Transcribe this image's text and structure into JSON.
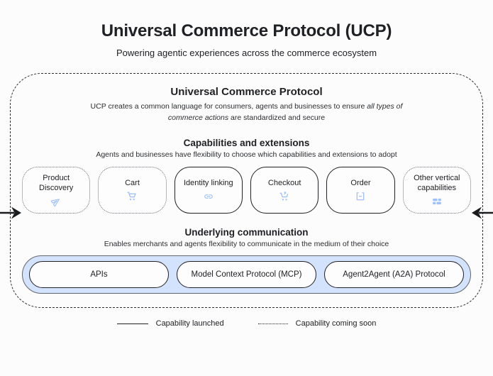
{
  "page": {
    "title": "Universal Commerce Protocol (UCP)",
    "subtitle": "Powering agentic experiences across the commerce ecosystem"
  },
  "protocol": {
    "heading": "Universal Commerce Protocol",
    "description_part1": "UCP creates a common language for consumers, agents and businesses to ensure ",
    "description_italic": "all types of commerce actions",
    "description_part2": " are standardized and secure"
  },
  "capabilities": {
    "heading": "Capabilities and extensions",
    "description": "Agents and businesses have flexibility to choose which capabilities and extensions to adopt",
    "items": [
      {
        "label": "Product Discovery",
        "icon": "send-icon",
        "status": "coming-soon"
      },
      {
        "label": "Cart",
        "icon": "cart-icon",
        "status": "coming-soon"
      },
      {
        "label": "Identity linking",
        "icon": "link-icon",
        "status": "launched"
      },
      {
        "label": "Checkout",
        "icon": "cart-checkout-icon",
        "status": "launched"
      },
      {
        "label": "Order",
        "icon": "order-box-icon",
        "status": "launched"
      },
      {
        "label": "Other vertical capabilities",
        "icon": "grid-icon",
        "status": "coming-soon"
      }
    ]
  },
  "communication": {
    "heading": "Underlying communication",
    "description": "Enables merchants and agents flexibility to communicate in the medium of their choice",
    "channels": [
      "APIs",
      "Model Context Protocol (MCP)",
      "Agent2Agent (A2A) Protocol"
    ]
  },
  "legend": {
    "launched_label": "Capability launched",
    "coming_soon_label": "Capability coming soon"
  },
  "colors": {
    "icon_blue": "#a0c2f8",
    "communication_fill": "#d3e3fd",
    "text_dark": "#202124"
  }
}
